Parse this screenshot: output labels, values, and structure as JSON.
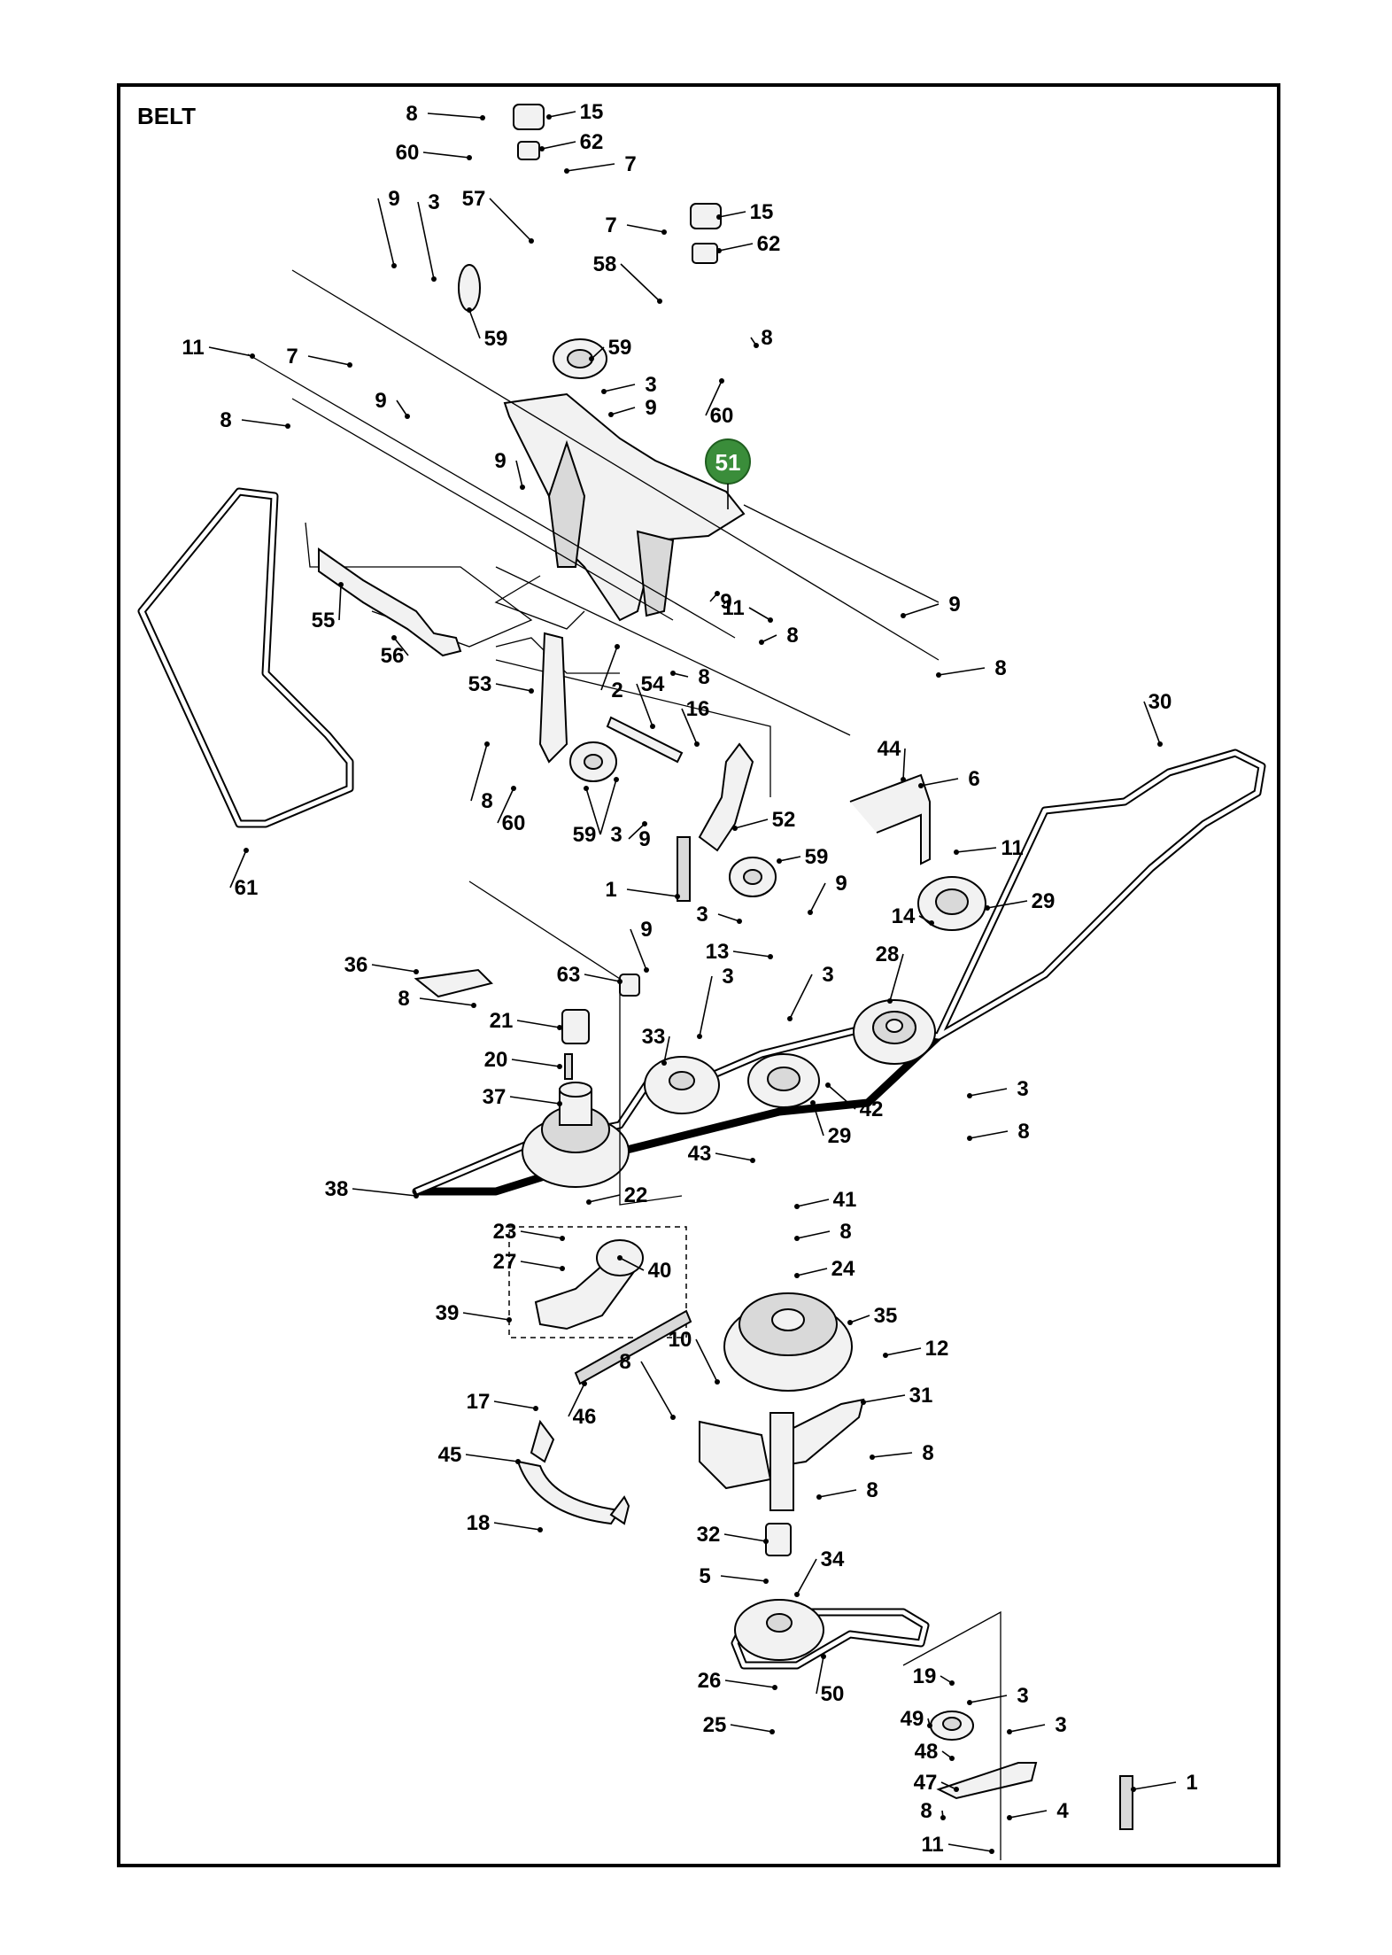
{
  "diagram": {
    "title": "BELT",
    "highlighted_callout": "51",
    "highlight_color": "#3a8d3a",
    "callouts": [
      "8",
      "15",
      "60",
      "62",
      "7",
      "9",
      "3",
      "57",
      "15",
      "7",
      "62",
      "58",
      "59",
      "8",
      "11",
      "7",
      "59",
      "3",
      "9",
      "8",
      "60",
      "9",
      "9",
      "9",
      "11",
      "9",
      "8",
      "55",
      "56",
      "8",
      "2",
      "8",
      "53",
      "54",
      "16",
      "8",
      "60",
      "59",
      "3",
      "9",
      "52",
      "44",
      "6",
      "30",
      "11",
      "59",
      "61",
      "1",
      "3",
      "9",
      "29",
      "14",
      "9",
      "36",
      "8",
      "13",
      "3",
      "28",
      "63",
      "3",
      "21",
      "33",
      "20",
      "37",
      "42",
      "3",
      "29",
      "8",
      "43",
      "38",
      "22",
      "41",
      "8",
      "23",
      "27",
      "40",
      "24",
      "39",
      "35",
      "10",
      "12",
      "8",
      "31",
      "17",
      "46",
      "8",
      "45",
      "8",
      "18",
      "32",
      "34",
      "5",
      "50",
      "19",
      "26",
      "3",
      "49",
      "3",
      "25",
      "48",
      "47",
      "1",
      "8",
      "4",
      "11"
    ]
  }
}
